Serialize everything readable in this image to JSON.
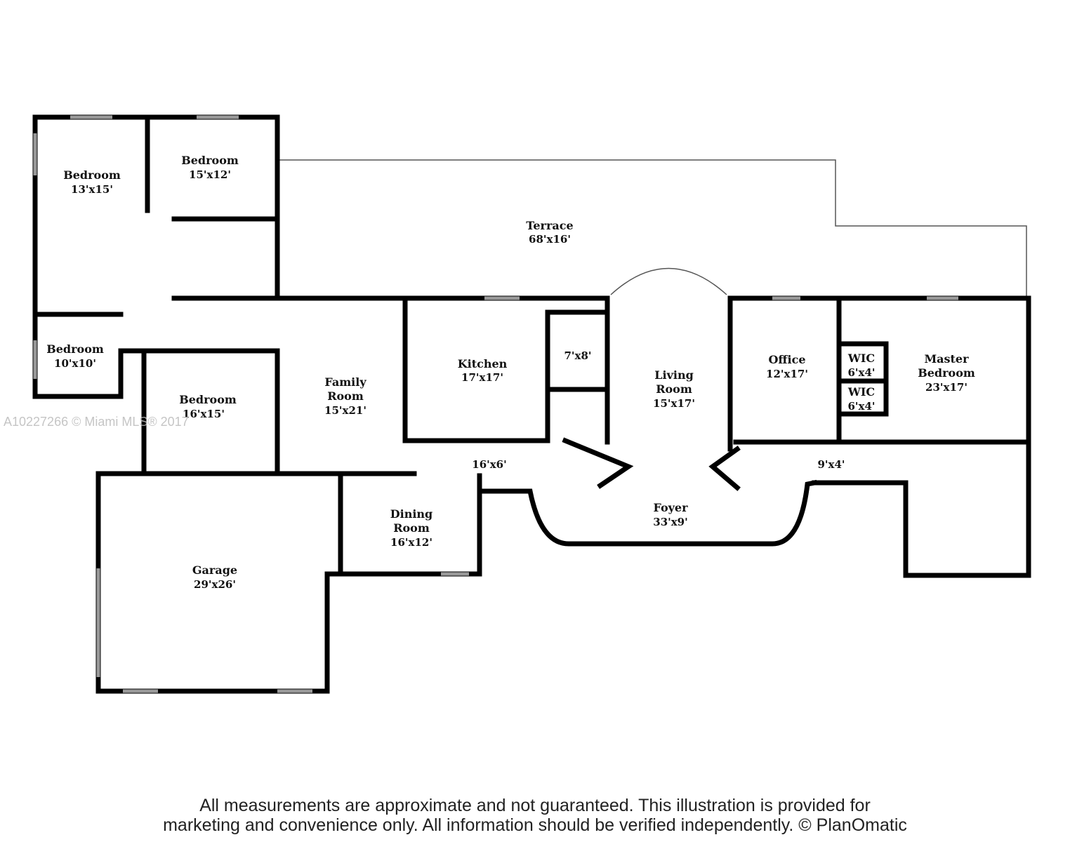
{
  "rooms": {
    "bedroom1": {
      "name": "Bedroom",
      "dims": "13'x15'"
    },
    "bedroom2": {
      "name": "Bedroom",
      "dims": "15'x12'"
    },
    "bedroom3": {
      "name": "Bedroom",
      "dims": "10'x10'"
    },
    "bedroom4": {
      "name": "Bedroom",
      "dims": "16'x15'"
    },
    "terrace": {
      "name": "Terrace",
      "dims": "68'x16'"
    },
    "family": {
      "name1": "Family",
      "name2": "Room",
      "dims": "15'x21'"
    },
    "kitchen": {
      "name": "Kitchen",
      "dims": "17'x17'"
    },
    "pantry": {
      "dims": "7'x8'"
    },
    "living": {
      "name1": "Living",
      "name2": "Room",
      "dims": "15'x17'"
    },
    "office": {
      "name": "Office",
      "dims": "12'x17'"
    },
    "wic1": {
      "name": "WIC",
      "dims": "6'x4'"
    },
    "wic2": {
      "name": "WIC",
      "dims": "6'x4'"
    },
    "master": {
      "name1": "Master",
      "name2": "Bedroom",
      "dims": "23'x17'"
    },
    "hall1": {
      "dims": "16'x6'"
    },
    "hall2": {
      "dims": "9'x4'"
    },
    "foyer": {
      "name": "Foyer",
      "dims": "33'x9'"
    },
    "dining": {
      "name1": "Dining",
      "name2": "Room",
      "dims": "16'x12'"
    },
    "garage": {
      "name": "Garage",
      "dims": "29'x26'"
    }
  },
  "watermark": "A10227266 © Miami MLS® 2017",
  "disclaimer": {
    "line1": "All measurements are approximate and not guaranteed. This illustration is provided for",
    "line2": "marketing and convenience only. All information should be verified independently. © PlanOmatic"
  }
}
